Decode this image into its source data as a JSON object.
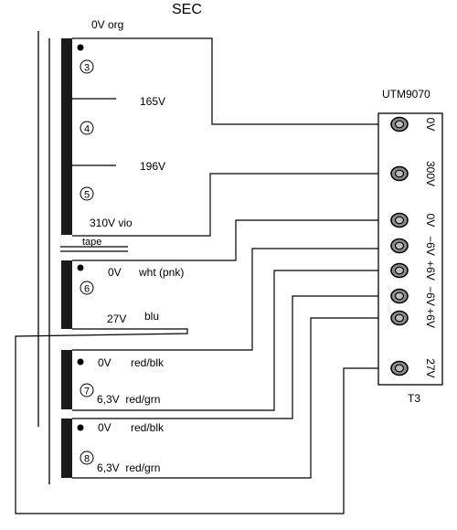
{
  "header": {
    "title": "SEC"
  },
  "terminal_block": {
    "name": "UTM9070",
    "designator": "T3",
    "terminals": [
      {
        "id": "t1",
        "label": "0V"
      },
      {
        "id": "t2",
        "label": "300V"
      },
      {
        "id": "t3",
        "label": "0V"
      },
      {
        "id": "t4",
        "label": "−6V"
      },
      {
        "id": "t5",
        "label": "+6V"
      },
      {
        "id": "t6",
        "label": "−6V"
      },
      {
        "id": "t7",
        "label": "+6V"
      },
      {
        "id": "t8",
        "label": "27V"
      }
    ]
  },
  "windings": {
    "w1": {
      "top_label": "0V org",
      "marks": [
        "3",
        "4",
        "5"
      ],
      "tap1": "165V",
      "tap2": "196V",
      "end_label": "310V vio"
    },
    "tape_label": "tape",
    "w2": {
      "mark": "6",
      "start_v": "0V",
      "start_c": "wht (pnk)",
      "end_v": "27V",
      "end_c": "blu"
    },
    "w3": {
      "mark": "7",
      "start_v": "0V",
      "start_c": "red/blk",
      "end_label": "6,3V  red/grn"
    },
    "w4": {
      "mark": "8",
      "start_v": "0V",
      "start_c": "red/blk",
      "end_label": "6,3V  red/grn"
    }
  }
}
